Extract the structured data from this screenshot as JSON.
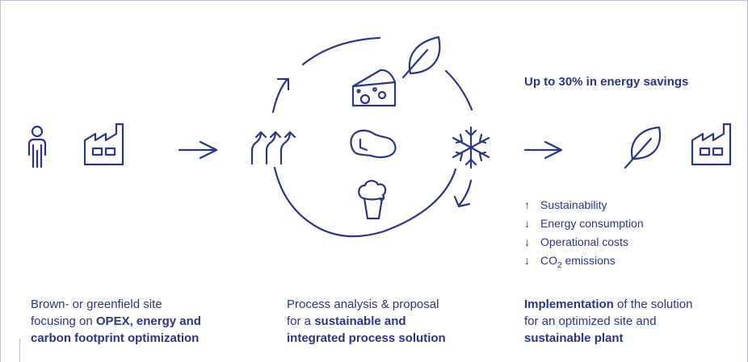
{
  "headline": "Up to 30% in energy savings",
  "benefits": [
    {
      "arrow": "↑",
      "text": "Sustainability"
    },
    {
      "arrow": "↓",
      "text": "Energy consumption"
    },
    {
      "arrow": "↓",
      "text": "Operational costs"
    },
    {
      "arrow": "↓",
      "text": "CO",
      "sub": "2",
      "suffix": " emissions"
    }
  ],
  "columns": {
    "left": {
      "line1": "Brown- or greenfield site",
      "line2_pre": "focusing on ",
      "line2_bold": "OPEX, energy and",
      "line3_bold": "carbon footprint optimization"
    },
    "middle": {
      "line1": "Process analysis & proposal",
      "line2_pre": "for a ",
      "line2_bold": "sustainable and",
      "line3_bold": "integrated process solution"
    },
    "right": {
      "line1_bold": "Implementation",
      "line1_post": " of the solution",
      "line2": "for an optimized site and",
      "line3_bold": "sustainable plant"
    }
  },
  "icons": [
    "person-icon",
    "factory-icon",
    "arrow-right-icon",
    "heat-waves-icon",
    "cheese-icon",
    "meat-icon",
    "leaf-icon",
    "beer-icon",
    "snowflake-icon",
    "factory-icon"
  ],
  "colors": {
    "primary": "#2b3486",
    "frame": "#b8bfd8"
  }
}
